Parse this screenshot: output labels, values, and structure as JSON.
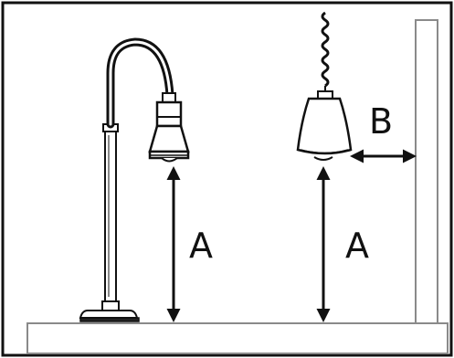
{
  "labels": {
    "left_height": "A",
    "right_height": "A",
    "wall_clearance": "B"
  },
  "colors": {
    "outline": "#111111",
    "wall": "#8a8a8a",
    "background": "#ffffff"
  },
  "icons": [
    "freestanding-heat-lamp",
    "pendant-heat-lamp",
    "coiled-cord",
    "double-arrow"
  ]
}
